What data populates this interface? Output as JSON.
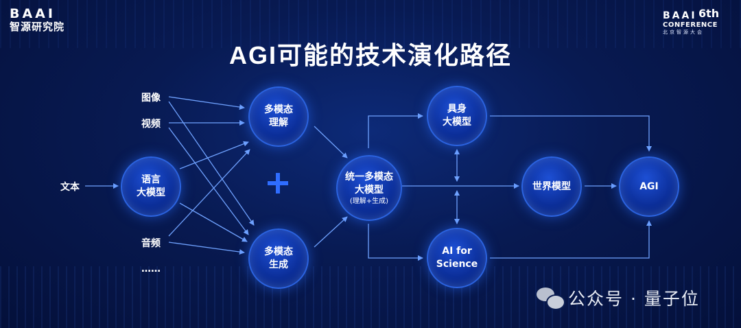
{
  "header": {
    "org_brand": "BAAI",
    "org_name": "智源研究院",
    "conference_brand": "BAAI",
    "conference_edition": "6th",
    "conference_label": "CONFERENCE",
    "conference_sub": "北京智源大会"
  },
  "title": "AGI可能的技术演化路径",
  "inputs": {
    "image": "图像",
    "video": "视频",
    "text": "文本",
    "audio": "音频",
    "more": "……"
  },
  "nodes": {
    "llm": [
      "语言",
      "大模型"
    ],
    "mm_understand": [
      "多模态",
      "理解"
    ],
    "mm_generate": [
      "多模态",
      "生成"
    ],
    "unified": [
      "统一多模态",
      "大模型",
      "(理解+生成)"
    ],
    "embodied": [
      "具身",
      "大模型"
    ],
    "ai4s": [
      "AI for",
      "Science"
    ],
    "world_model": "世界模型",
    "agi": "AGI"
  },
  "watermark": "公众号 · 量子位",
  "colors": {
    "accent": "#2f6dff",
    "arrow": "#6fa2ff",
    "background": "#081a52"
  }
}
